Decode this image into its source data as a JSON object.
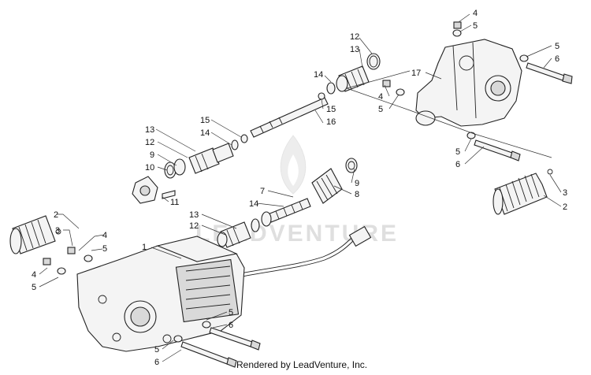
{
  "credit": "Rendered by LeadVenture, Inc.",
  "watermark": "LEADVENTURE",
  "callouts": [
    "1",
    "2",
    "3",
    "4",
    "5",
    "6",
    "7",
    "8",
    "9",
    "10",
    "11",
    "12",
    "13",
    "14",
    "15",
    "16",
    "17"
  ]
}
